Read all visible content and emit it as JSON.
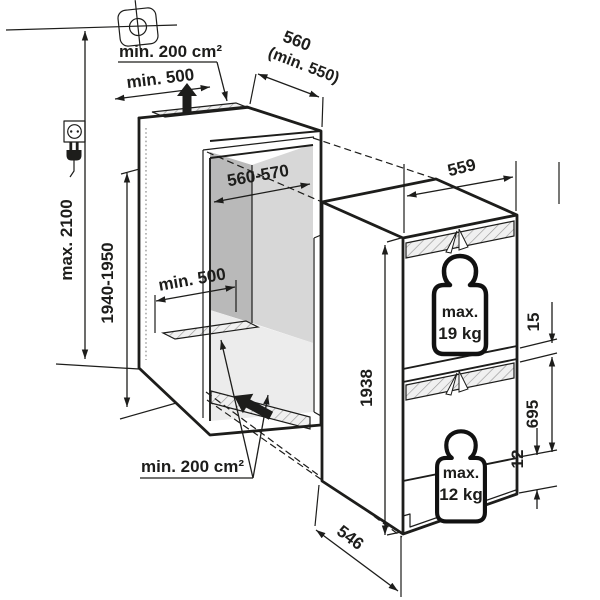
{
  "colors": {
    "line": "#1d1d1b",
    "niche_side_wall": "#b9b9b9",
    "niche_back_wall": "#d7d7d7",
    "niche_floor": "#ececec",
    "vent_bg": "#f0f0f0",
    "vent_hatch": "#9a9a9a"
  },
  "labels": {
    "ceiling_vent_area": "min. 200 cm²",
    "top_front_clearance": "min. 500",
    "niche_depth": "560",
    "niche_depth_min": "(min. 550)",
    "niche_inner_width": "560-570",
    "niche_floor_clearance": "min. 500",
    "niche_height": "1940-1950",
    "max_install_height": "max. 2100",
    "bottom_vent_area": "min. 200 cm²"
  },
  "appliance": {
    "width": "559",
    "height": "1938",
    "depth": "546",
    "top_hinge_gap": "15",
    "lower_door_height": "695",
    "bottom_hinge_gap": "12",
    "upper_door_load": {
      "prefix": "max.",
      "value": "19 kg"
    },
    "lower_door_load": {
      "prefix": "max.",
      "value": "12 kg"
    }
  }
}
